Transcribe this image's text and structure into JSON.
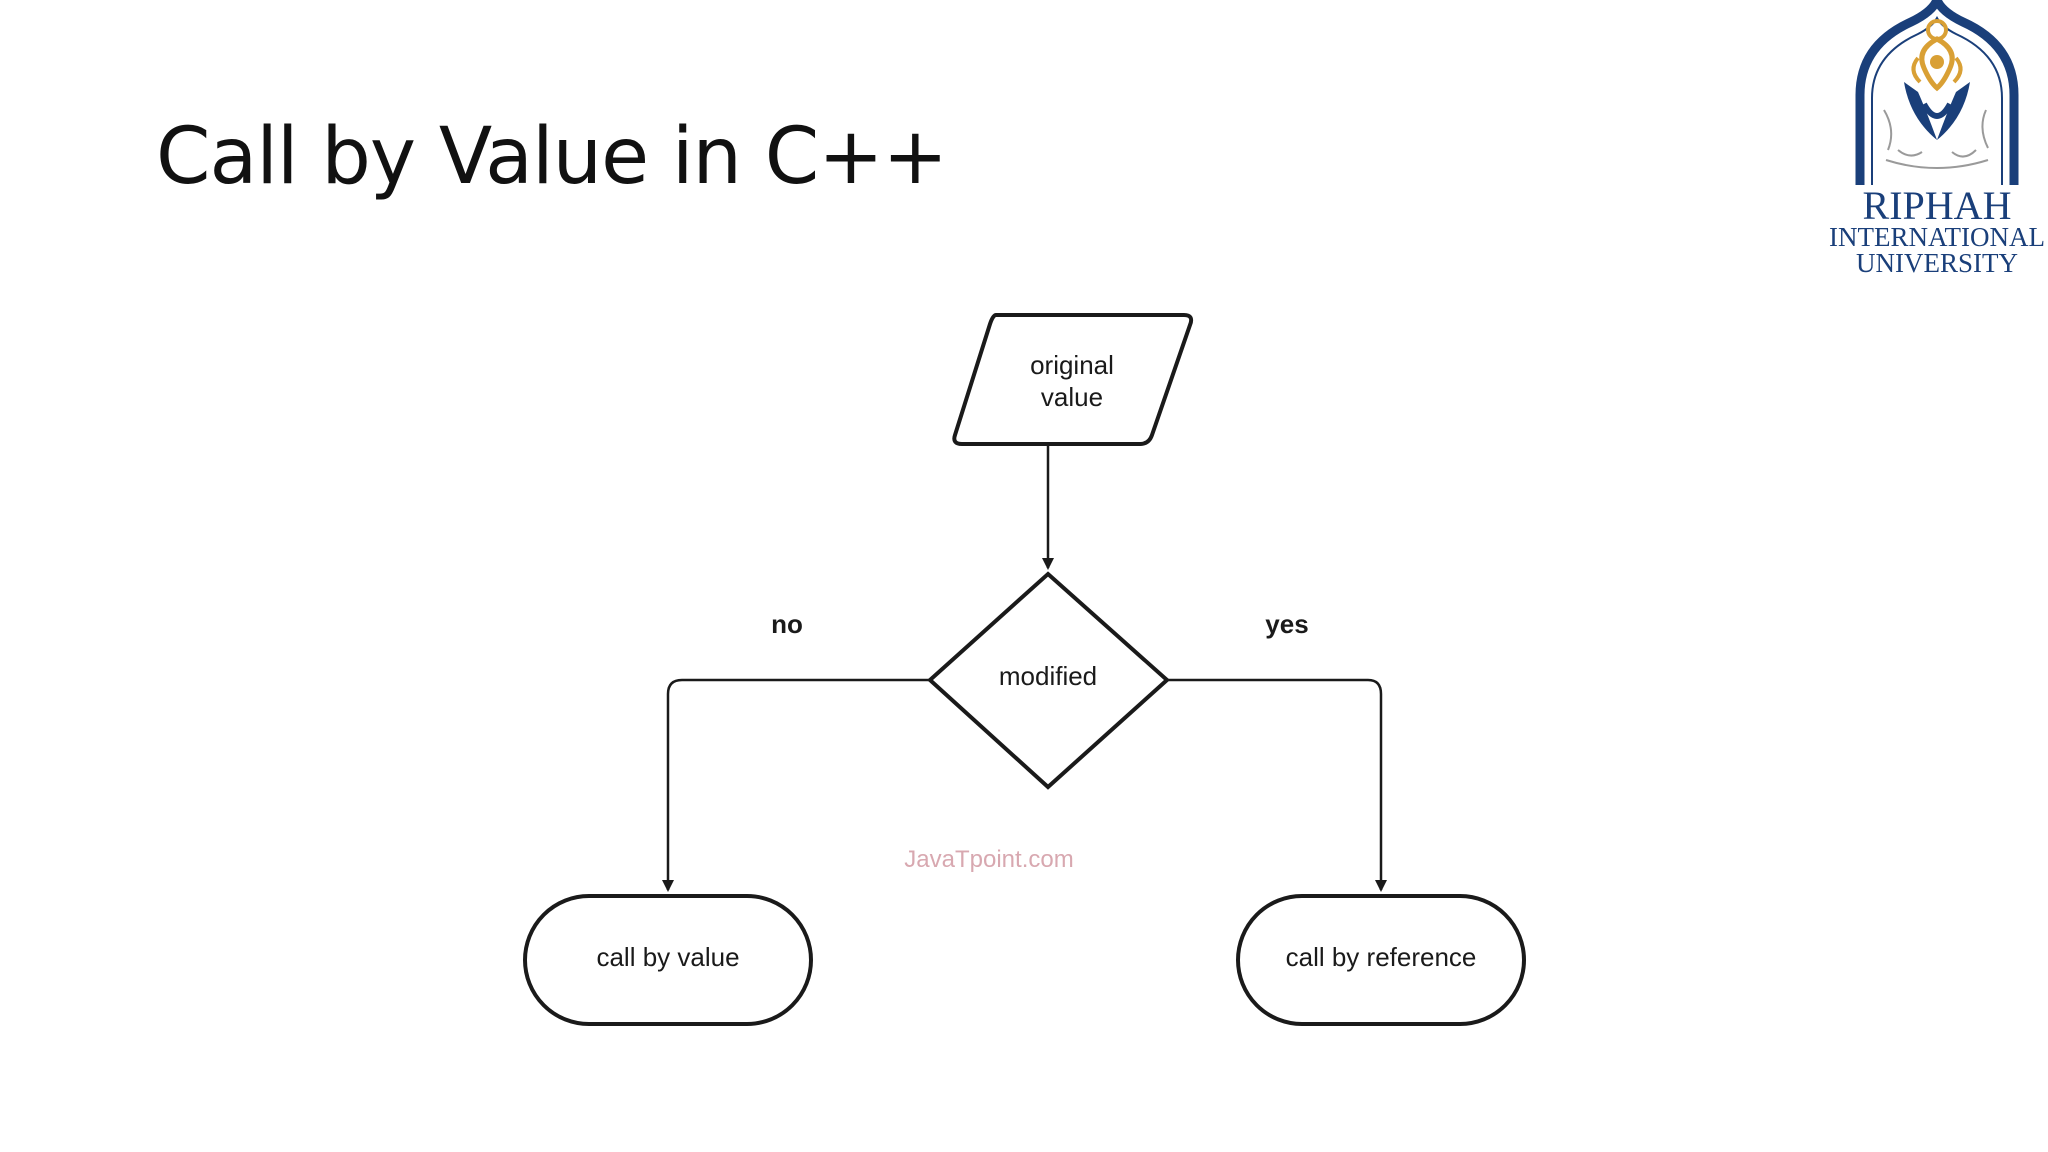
{
  "slide": {
    "title": "Call by Value in C++"
  },
  "logo": {
    "name": "RIPHAH",
    "line2": "INTERNATIONAL",
    "line3": "UNIVERSITY"
  },
  "diagram": {
    "start_node": {
      "line1": "original",
      "line2": "value"
    },
    "decision_node": {
      "label": "modified"
    },
    "branch_no": {
      "label": "no"
    },
    "branch_yes": {
      "label": "yes"
    },
    "outcome_left": {
      "label": "call by value"
    },
    "outcome_right": {
      "label": "call by reference"
    },
    "watermark": "JavaTpoint.com"
  },
  "colors": {
    "stroke": "#1a1a1a",
    "logo_blue": "#1a3f7a",
    "logo_gold": "#d9a035",
    "watermark": "#d8a8b0"
  }
}
